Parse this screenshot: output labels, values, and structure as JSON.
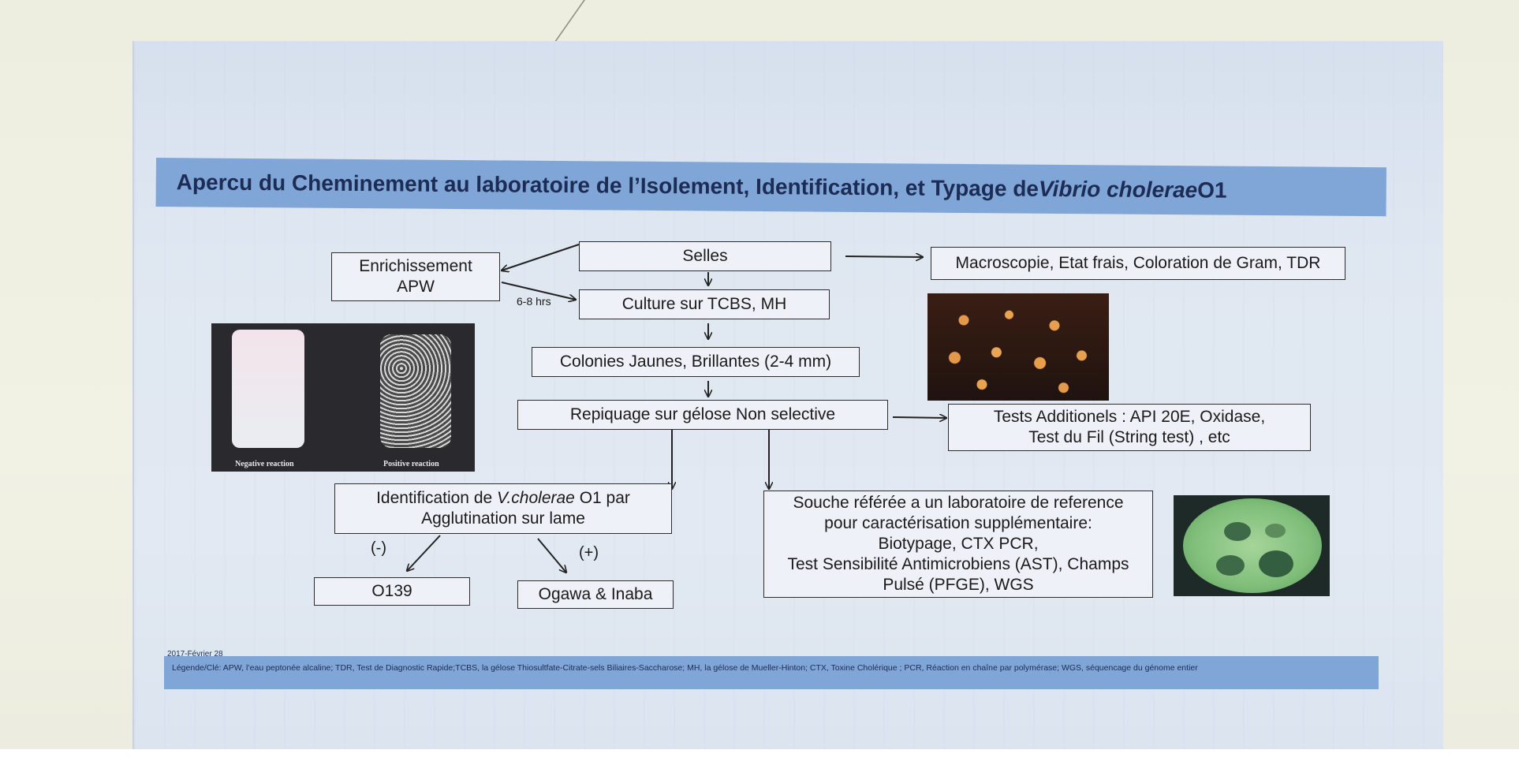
{
  "title": {
    "main": "Apercu du Cheminement au laboratoire de l’Isolement, Identification, et Typage de ",
    "species": "Vibrio cholerae",
    "suffix": " O1"
  },
  "boxes": {
    "selles": "Selles",
    "enrichissement_1": "Enrichissement",
    "enrichissement_2": "APW",
    "macroscopie": "Macroscopie, Etat frais, Coloration de Gram, TDR",
    "culture": "Culture sur TCBS, MH",
    "colonies": "Colonies Jaunes, Brillantes (2-4 mm)",
    "repiquage": "Repiquage sur gélose Non selective",
    "tests_1": "Tests Additionels : API 20E, Oxidase,",
    "tests_2": "Test du Fil (String test) , etc",
    "ident_1_pre": "Identification de ",
    "ident_1_italic": "V.cholerae",
    "ident_1_post": " O1 par",
    "ident_2": "Agglutination sur lame",
    "souche_1": "Souche référée a un laboratoire de  reference",
    "souche_2": "pour caractérisation supplémentaire:",
    "souche_3": "Biotypage, CTX PCR,",
    "souche_4": "Test Sensibilité Antimicrobiens (AST), Champs",
    "souche_5": "Pulsé (PFGE), WGS",
    "o139": "O139",
    "ogawa": "Ogawa & Inaba"
  },
  "labels": {
    "time": "6-8 hrs",
    "negative": "(-)",
    "positive": "(+)",
    "negative_reaction": "Negative reaction",
    "positive_reaction": "Positive reaction"
  },
  "footer": {
    "date": "2017-Février 28",
    "legend": "Légende/Clé: APW, l’eau peptonée alcaline; TDR, Test de Diagnostic Rapide;TCBS, la gélose Thiosultfate-Citrate-sels Biliaires-Saccharose; MH, la gélose de Mueller-Hinton; CTX, Toxine Cholérique ; PCR, Réaction en chaîne par polymérase; WGS, séquencage du génome entier"
  },
  "colors": {
    "bar": "#7fa6d6",
    "poster": "#dfe7f1",
    "ink": "#1a1a1a"
  }
}
